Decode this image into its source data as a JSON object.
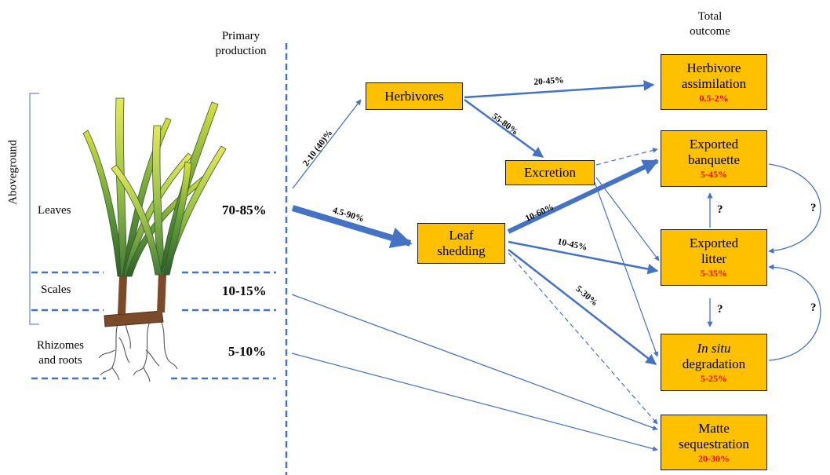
{
  "headers": {
    "primary_production": [
      "Primary",
      "production"
    ],
    "total_outcome": [
      "Total",
      "outcome"
    ]
  },
  "plant_parts": {
    "aboveground": "Aboveground",
    "leaves": "Leaves",
    "scales": "Scales",
    "rhizomes": [
      "Rhizomes",
      "and roots"
    ]
  },
  "production_shares": {
    "leaves": "70-85%",
    "scales": "10-15%",
    "rhizomes": "5-10%"
  },
  "intermediate_nodes": {
    "herbivores": "Herbivores",
    "excretion": "Excretion",
    "leaf_shedding": [
      "Leaf",
      "shedding"
    ]
  },
  "outcomes": {
    "herbivore_assimilation": {
      "label": [
        "Herbivore",
        "assimilation"
      ],
      "value": "0.5-2%"
    },
    "exported_banquette": {
      "label": [
        "Exported",
        "banquette"
      ],
      "value": "5-45%"
    },
    "exported_litter": {
      "label": [
        "Exported",
        "litter"
      ],
      "value": "5-35%"
    },
    "in_situ_degradation": {
      "label_italic": "In situ",
      "label": "degradation",
      "value": "5-25%"
    },
    "matte_sequestration": {
      "label": [
        "Matte",
        "sequestration"
      ],
      "value": "20-30%"
    }
  },
  "flow_labels": {
    "to_herbivores": "2-10 (40)%",
    "to_leaf_shedding": "4.5-90%",
    "herbivore_to_assimilation": "20-45%",
    "herbivore_to_excretion": "55-80%",
    "shedding_to_banquette": "10-60%",
    "shedding_to_litter": "10-45%",
    "shedding_to_degradation": "5-30%"
  },
  "unknown_marks": {
    "mark": "?"
  },
  "colors": {
    "box_fill": "#ffc000",
    "arrow": "#4472c4",
    "outcome_value": "#ff0000",
    "leaf_light": "#d8e040",
    "leaf_dark": "#3f7a3a",
    "rhizome": "#7b4a2a"
  }
}
